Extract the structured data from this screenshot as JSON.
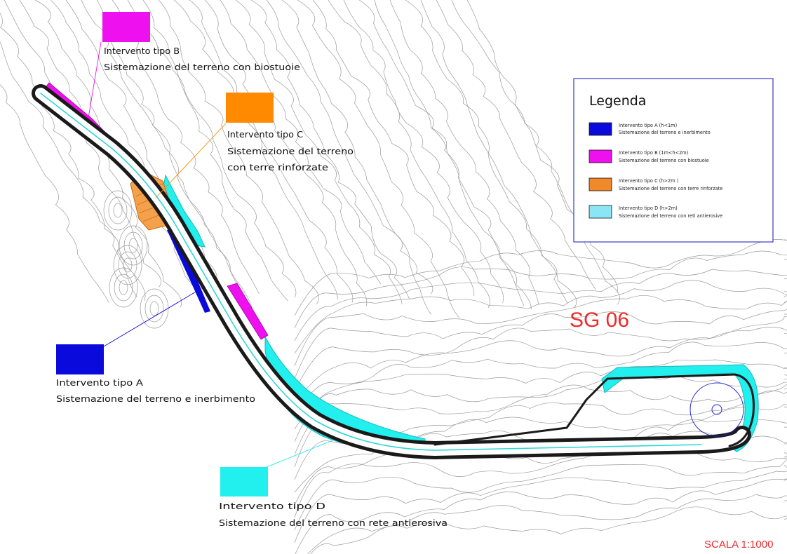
{
  "colors": {
    "tipo_a": "#0a0adc",
    "tipo_b": "#ee10ee",
    "tipo_c": "#ff8a00",
    "tipo_d": "#22f0ee",
    "tipo_d_legend": "#8ae6f4",
    "legend_border": "#3a38c8",
    "red_text": "#ee2a2a",
    "contour": "#9a9a9a"
  },
  "callouts": {
    "tipo_b": {
      "line1": "Intervento tipo B",
      "line2": "Sistemazione del terreno con biostuoie"
    },
    "tipo_c": {
      "line1": "Intervento tipo C",
      "line2": "Sistemazione del terreno",
      "line3": "con terre rinforzate"
    },
    "tipo_a": {
      "line1": "Intervento tipo A",
      "line2": "Sistemazione del terreno e inerbimento"
    },
    "tipo_d": {
      "line1": "Intervento tipo D",
      "line2": "Sistemazione del terreno con rete antierosiva"
    }
  },
  "legend": {
    "title": "Legenda",
    "items": [
      {
        "line1": "Intervento tipo A (h<1m)",
        "line2": "Sistemazione del terreno e inerbimento"
      },
      {
        "line1": "Intervento tipo B (1m<h<2m)",
        "line2": "Sistemazione del terreno con biostuoie"
      },
      {
        "line1": "Intervento tipo C (h>2m )",
        "line2": "Sistemazione del terreno con terre rinforzate"
      },
      {
        "line1": "Intervento tipo D (h>2m)",
        "line2": "Sistemazione del terreno con reti antierosive"
      }
    ]
  },
  "site_id": "SG 06",
  "scale_label": "SCALA 1:1000"
}
